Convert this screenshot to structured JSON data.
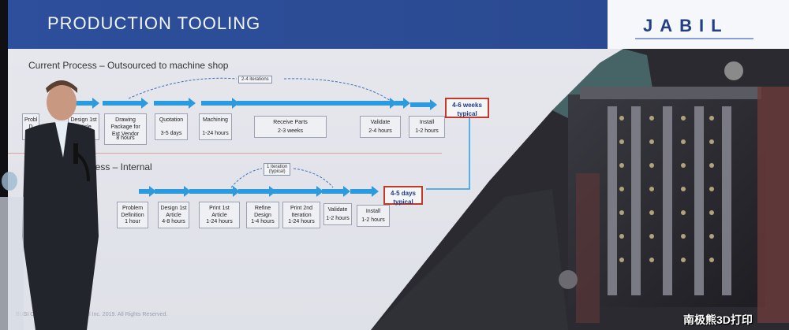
{
  "slide": {
    "title": "PRODUCTION TOOLING",
    "logo": "JABIL",
    "footer": "BUSI    CONFIDENTIAL   |   ©Jabil Inc. 2019. All Rights Reserved."
  },
  "current": {
    "title": "Current Process – Outsourced to machine shop",
    "iteration": "2-4 iterations",
    "typical_line1": "4-6 weeks",
    "typical_line2": "typical",
    "steps": [
      {
        "label": "Probl D",
        "duration": ""
      },
      {
        "label": "Design 1st Article",
        "duration": "ours"
      },
      {
        "label": "Drawing Package for Ext Vendor",
        "duration": "8 hours"
      },
      {
        "label": "Quotation",
        "duration": "3-5 days"
      },
      {
        "label": "Machining",
        "duration": "1-24 hours"
      },
      {
        "label": "Receive Parts",
        "duration": "2-3 weeks"
      },
      {
        "label": "Validate",
        "duration": "2-4 hours"
      },
      {
        "label": "Install",
        "duration": "1-2 hours"
      }
    ]
  },
  "internal": {
    "title": "rocess – Internal",
    "iteration_line1": "1 iteration",
    "iteration_line2": "(typical)",
    "typical_line1": "4-5 days",
    "typical_line2": "typical",
    "steps": [
      {
        "label": "Problem Definition",
        "duration": "1 hour"
      },
      {
        "label": "Design 1st Article",
        "duration": "4-8 hours"
      },
      {
        "label": "Print 1st Article",
        "duration": "1-24 hours"
      },
      {
        "label": "Refine Design",
        "duration": "1-4 hours"
      },
      {
        "label": "Print 2nd Iteration",
        "duration": "1-24 hours"
      },
      {
        "label": "Validate",
        "duration": "1-2 hours"
      },
      {
        "label": "Install",
        "duration": "1-2 hours"
      }
    ]
  },
  "watermark": "南极熊3D打印",
  "colors": {
    "header_blue": "#2d4f9c",
    "arrow_blue": "#2b9be0",
    "typical_border": "#c0392b",
    "logo_blue": "#223f86"
  }
}
